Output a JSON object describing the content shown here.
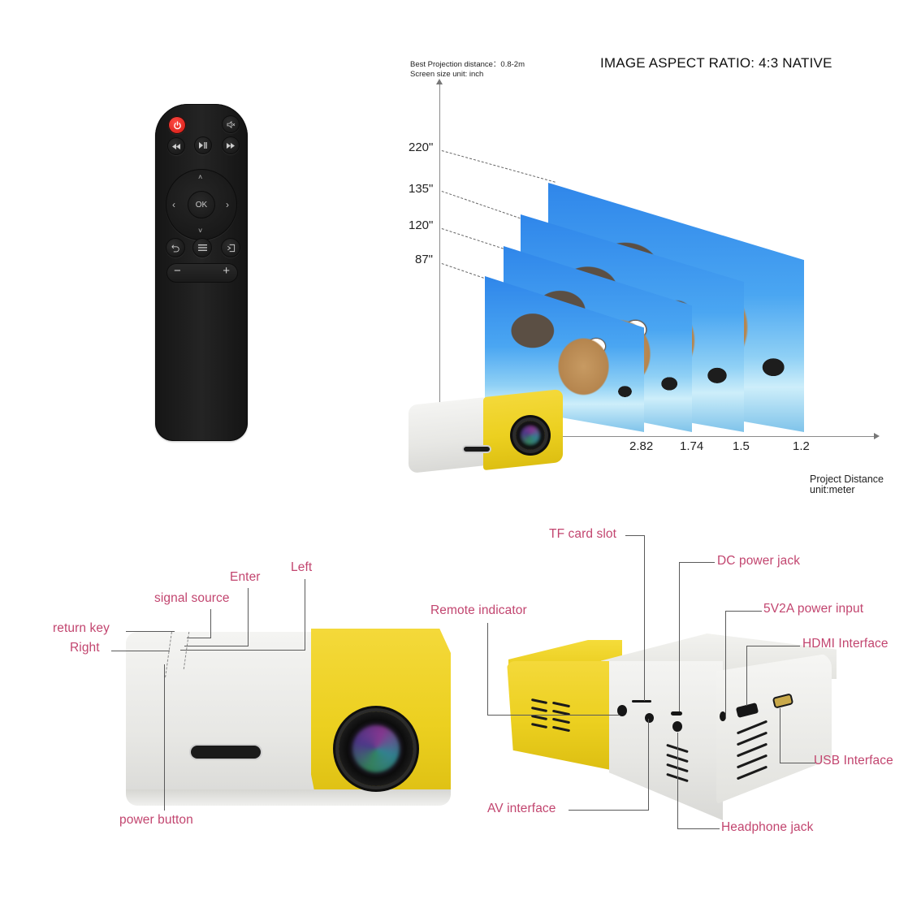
{
  "remote": {
    "buttons": {
      "power": "power-icon",
      "mute": "mute-icon",
      "rewind": "rewind-icon",
      "play_pause": "play-pause-icon",
      "fast_forward": "fast-forward-icon",
      "up": "˄",
      "down": "˅",
      "left": "‹",
      "right": "›",
      "ok": "OK",
      "back": "back-icon",
      "menu": "menu-icon",
      "source": "source-icon",
      "vol_minus": "−",
      "vol_plus": "+"
    }
  },
  "projection": {
    "note_line1": "Best Projection distance：0.8-2m",
    "note_line2": "Screen size unit: inch",
    "headline": "IMAGE ASPECT RATIO:  4:3  NATIVE",
    "x_title_line1": "Project Distance",
    "x_title_line2": "unit:meter"
  },
  "chart_data": {
    "type": "table",
    "title": "IMAGE ASPECT RATIO: 4:3 NATIVE",
    "subtitle": "Best Projection distance: 0.8-2m; Screen size unit: inch",
    "xlabel": "Project Distance unit:meter",
    "ylabel": "Screen size (inch)",
    "y_ticks": [
      "220\"",
      "135\"",
      "120\"",
      "87\""
    ],
    "x_ticks": [
      "2.82",
      "1.74",
      "1.5",
      "1.2"
    ],
    "series": [
      {
        "name": "Screen size (inch)",
        "values": [
          220,
          135,
          120,
          87
        ]
      },
      {
        "name": "Project distance (m)",
        "values": [
          2.82,
          1.74,
          1.5,
          1.2
        ]
      }
    ]
  },
  "front_view": {
    "labels": {
      "left": "Left",
      "enter": "Enter",
      "signal_source": "signal source",
      "return_key": "return key",
      "right": "Right",
      "power_button": "power button"
    }
  },
  "rear_view": {
    "labels": {
      "tf_card_slot": "TF card slot",
      "dc_power_jack": "DC power jack",
      "remote_indicator": "Remote indicator",
      "power_input": "5V2A power input",
      "hdmi": "HDMI Interface",
      "usb": "USB Interface",
      "av": "AV interface",
      "headphone": "Headphone jack"
    }
  },
  "colors": {
    "label": "#c2456f",
    "yellow": "#ecd020",
    "remote_power": "#e0251e"
  }
}
